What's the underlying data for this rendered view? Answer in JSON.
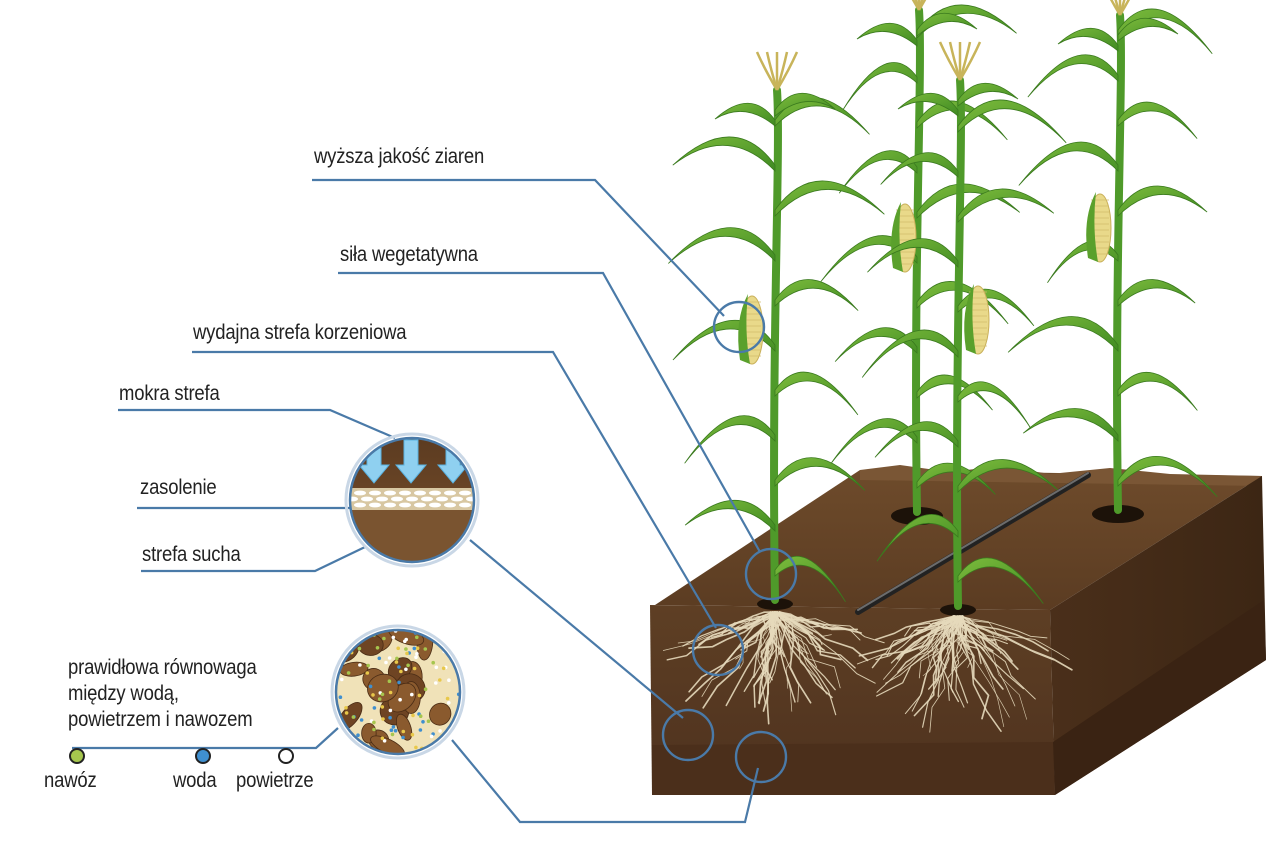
{
  "labels": {
    "grain_quality": "wyższa jakość ziaren",
    "vegetative_vigor": "siła wegetatywna",
    "root_zone": "wydajna strefa korzeniowa",
    "wet_zone": "mokra strefa",
    "salinization": "zasolenie",
    "dry_zone": "strefa sucha",
    "balance_line1": "prawidłowa równowaga",
    "balance_line2": "między wodą,",
    "balance_line3": "powietrzem i nawozem"
  },
  "legend": [
    {
      "label": "nawóz",
      "color": "#a6c64e"
    },
    {
      "label": "woda",
      "color": "#3f8fcf"
    },
    {
      "label": "powietrze",
      "color": "#ffffff"
    }
  ],
  "colors": {
    "callout_line": "#4a7aa8",
    "soil_top": "#6b4a2a",
    "soil_front": "#5a3b22",
    "leaf": "#5aa02c",
    "root": "#e8dcc0",
    "corn": "#e9d98a"
  }
}
